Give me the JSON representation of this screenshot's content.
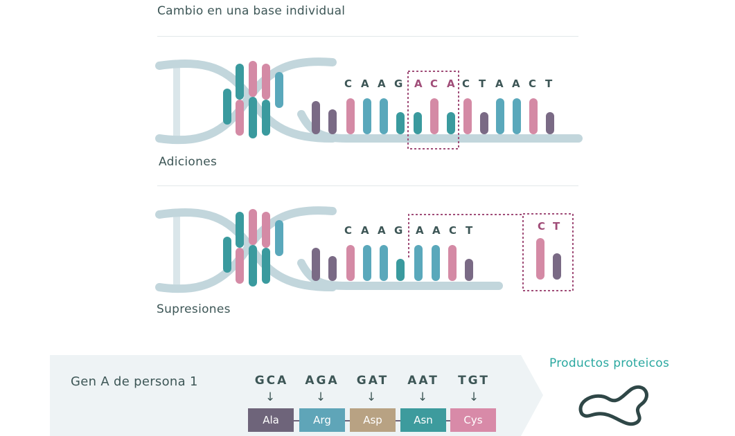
{
  "sections": [
    {
      "title": "Cambio en una base individual"
    },
    {
      "title": "Adiciones"
    },
    {
      "title": "Supresiones"
    }
  ],
  "sequence_addition": [
    "C",
    "A",
    "A",
    "G",
    "A",
    "C",
    "A",
    "C",
    "T",
    "A",
    "A",
    "C",
    "T"
  ],
  "sequence_deletion": [
    "C",
    "A",
    "A",
    "G",
    "A",
    "A",
    "C",
    "T"
  ],
  "deleted_bases": [
    "C",
    "T"
  ],
  "gene": {
    "label": "Gen A de persona 1",
    "codons": [
      "GCA",
      "AGA",
      "GAT",
      "AAT",
      "TGT"
    ],
    "amino_acids": [
      "Ala",
      "Arg",
      "Asp",
      "Asn",
      "Cys"
    ]
  },
  "products_label": "Productos proteicos",
  "colors": {
    "teal": "#3a9a9e",
    "blue": "#5aa8bb",
    "pink": "#d48aa5",
    "purple": "#7a6a85",
    "backbone": "#c2d6dc",
    "highlight": "#a04d78",
    "ala": "#6e647a",
    "arg": "#5fa5b8",
    "asp": "#b8a283",
    "asn": "#3d9b9d",
    "cys": "#d88aa8"
  }
}
